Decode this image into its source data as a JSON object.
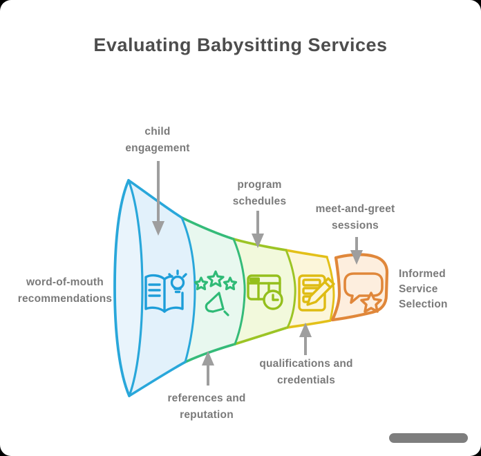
{
  "title": "Evaluating Babysitting Services",
  "colors": {
    "stage1_stroke": "#29a7da",
    "stage2_stroke": "#35bb79",
    "stage3_stroke": "#9cc425",
    "stage4_stroke": "#e3c019",
    "stage5_stroke": "#e0873a",
    "stage1_fill": "#e2f1fb",
    "stage2_fill": "#e8f8ef",
    "stage3_fill": "#f2f9dc",
    "stage4_fill": "#fcf6da",
    "stage5_fill": "#fdeede",
    "label_gray": "#7a7a7a",
    "connector_gray": "#9e9e9e"
  },
  "funnel": {
    "input_label": [
      "word-of-mouth",
      "recommendations"
    ],
    "output_label": [
      "Informed",
      "Service",
      "Selection"
    ],
    "stages": [
      {
        "icon": "book-lightbulb-icon",
        "label": [
          "child",
          "engagement"
        ]
      },
      {
        "icon": "stars-megaphone-icon",
        "label": [
          "references and",
          "reputation"
        ]
      },
      {
        "icon": "table-clock-icon",
        "label": [
          "program",
          "schedules"
        ]
      },
      {
        "icon": "document-pencil-icon",
        "label": [
          "qualifications and",
          "credentials"
        ]
      },
      {
        "icon": "speech-bubble-star-icon",
        "label": [
          "meet-and-greet",
          "sessions"
        ]
      }
    ]
  }
}
